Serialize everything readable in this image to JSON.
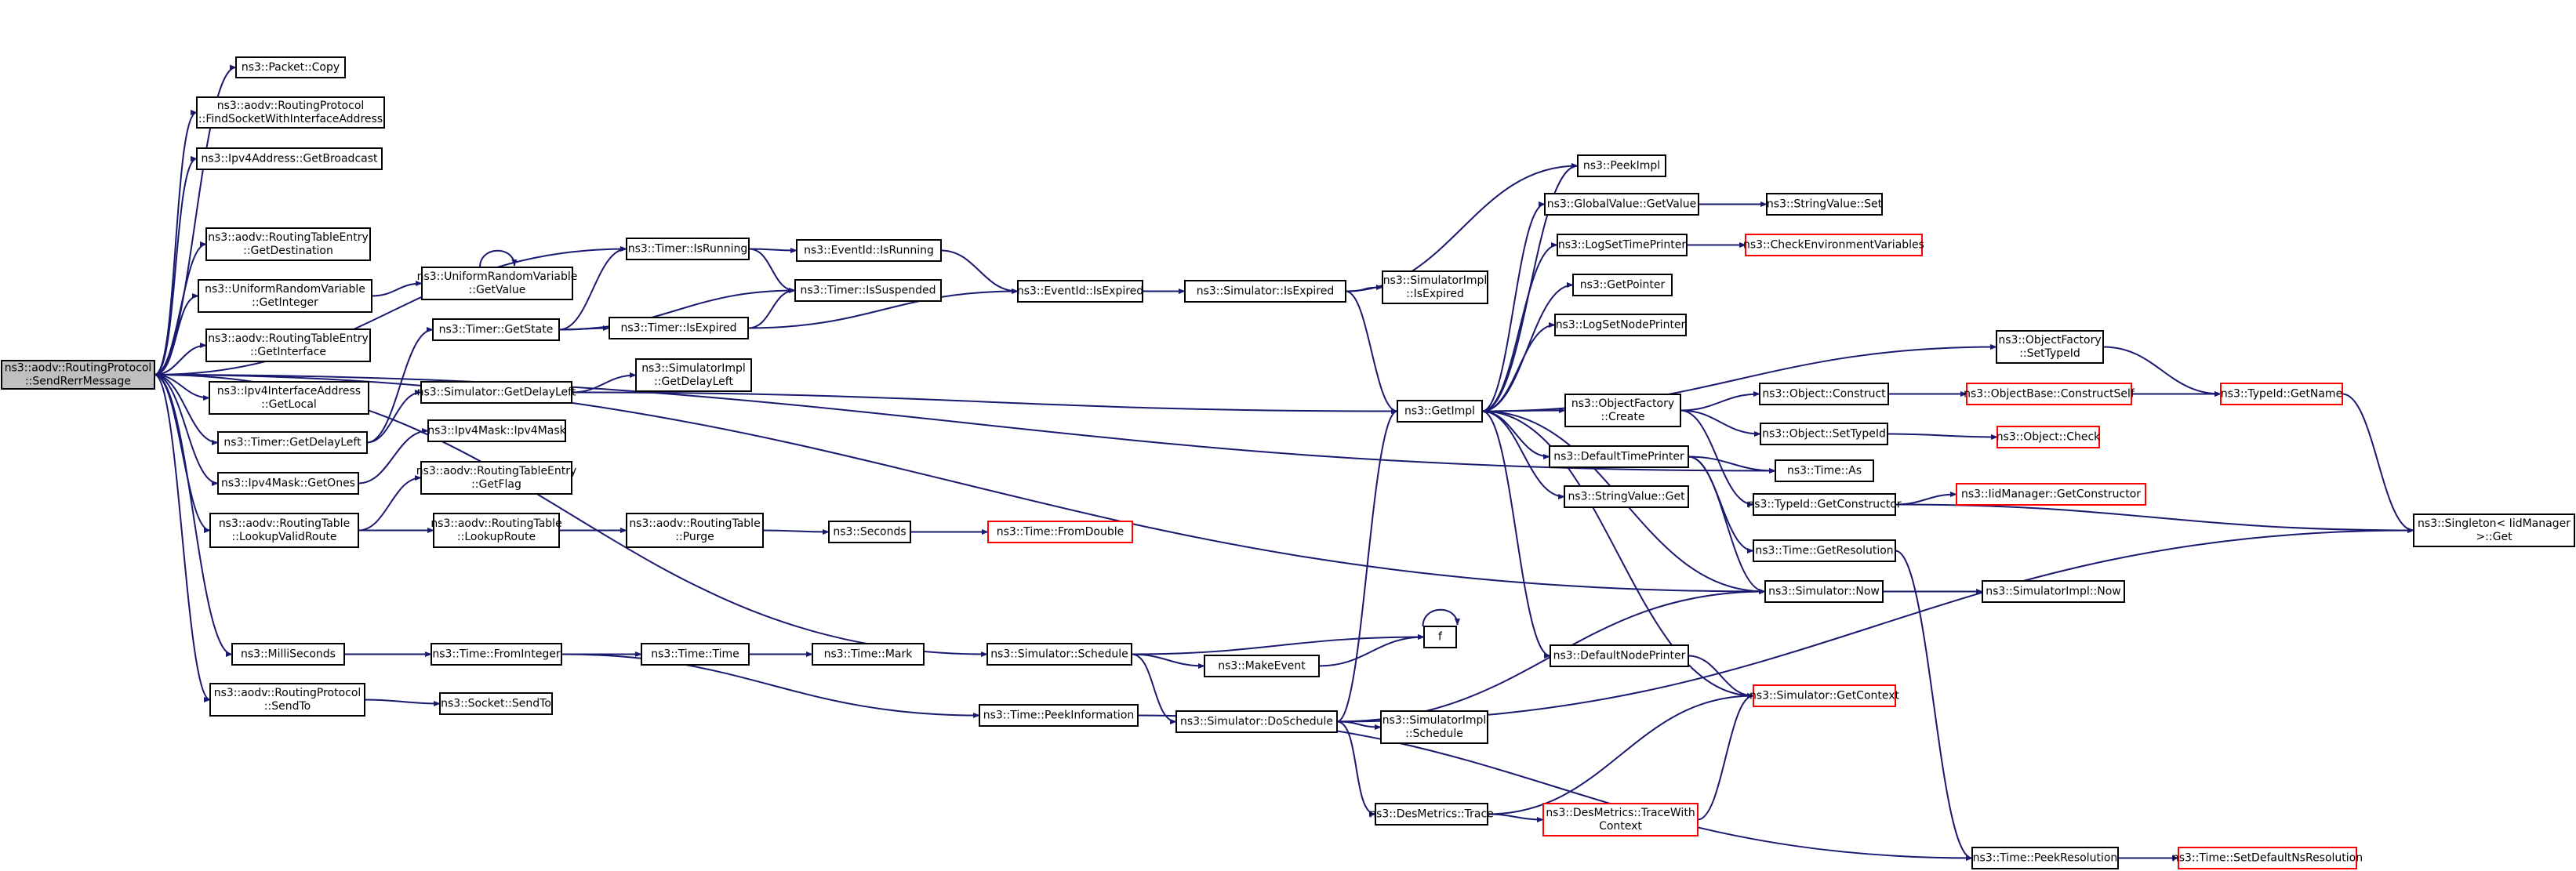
{
  "colors": {
    "edge": "#191970",
    "node_border": "#000000",
    "truncated_border": "#ff0000",
    "root_fill": "#bfbfbf",
    "background": "#ffffff"
  },
  "nodes": [
    {
      "id": "root",
      "lines": [
        "ns3::aodv::RoutingProtocol",
        "::SendRerrMessage"
      ],
      "style": "root"
    },
    {
      "id": "packet_copy",
      "lines": [
        "ns3::Packet::Copy"
      ],
      "style": "normal"
    },
    {
      "id": "find_socket",
      "lines": [
        "ns3::aodv::RoutingProtocol",
        "::FindSocketWithInterfaceAddress"
      ],
      "style": "normal"
    },
    {
      "id": "get_broadcast",
      "lines": [
        "ns3::Ipv4Address::GetBroadcast"
      ],
      "style": "normal"
    },
    {
      "id": "rte_getdest",
      "lines": [
        "ns3::aodv::RoutingTableEntry",
        "::GetDestination"
      ],
      "style": "normal"
    },
    {
      "id": "urv_getinteger",
      "lines": [
        "ns3::UniformRandomVariable",
        "::GetInteger"
      ],
      "style": "normal"
    },
    {
      "id": "rte_getinterface",
      "lines": [
        "ns3::aodv::RoutingTableEntry",
        "::GetInterface"
      ],
      "style": "normal"
    },
    {
      "id": "ipv4ifaddr_getlocal",
      "lines": [
        "ns3::Ipv4InterfaceAddress",
        "::GetLocal"
      ],
      "style": "normal"
    },
    {
      "id": "timer_getdelayleft",
      "lines": [
        "ns3::Timer::GetDelayLeft"
      ],
      "style": "normal"
    },
    {
      "id": "ipv4mask_getones",
      "lines": [
        "ns3::Ipv4Mask::GetOnes"
      ],
      "style": "normal"
    },
    {
      "id": "rt_lookupvalidroute",
      "lines": [
        "ns3::aodv::RoutingTable",
        "::LookupValidRoute"
      ],
      "style": "normal"
    },
    {
      "id": "milliseconds",
      "lines": [
        "ns3::MilliSeconds"
      ],
      "style": "normal"
    },
    {
      "id": "rp_sendto",
      "lines": [
        "ns3::aodv::RoutingProtocol",
        "::SendTo"
      ],
      "style": "normal"
    },
    {
      "id": "urv_getvalue",
      "lines": [
        "ns3::UniformRandomVariable",
        "::GetValue"
      ],
      "style": "normal"
    },
    {
      "id": "timer_getstate",
      "lines": [
        "ns3::Timer::GetState"
      ],
      "style": "normal"
    },
    {
      "id": "sim_getdelayleft",
      "lines": [
        "ns3::Simulator::GetDelayLeft"
      ],
      "style": "normal"
    },
    {
      "id": "ipv4mask_ctor",
      "lines": [
        "ns3::Ipv4Mask::Ipv4Mask"
      ],
      "style": "normal"
    },
    {
      "id": "rte_getflag",
      "lines": [
        "ns3::aodv::RoutingTableEntry",
        "::GetFlag"
      ],
      "style": "normal"
    },
    {
      "id": "rt_lookuproute",
      "lines": [
        "ns3::aodv::RoutingTable",
        "::LookupRoute"
      ],
      "style": "normal"
    },
    {
      "id": "time_frominteger",
      "lines": [
        "ns3::Time::FromInteger"
      ],
      "style": "normal"
    },
    {
      "id": "socket_sendto",
      "lines": [
        "ns3::Socket::SendTo"
      ],
      "style": "normal"
    },
    {
      "id": "timer_isrunning",
      "lines": [
        "ns3::Timer::IsRunning"
      ],
      "style": "normal"
    },
    {
      "id": "timer_isexpired",
      "lines": [
        "ns3::Timer::IsExpired"
      ],
      "style": "normal"
    },
    {
      "id": "simimpl_getdelayleft",
      "lines": [
        "ns3::SimulatorImpl",
        "::GetDelayLeft"
      ],
      "style": "normal"
    },
    {
      "id": "rt_purge",
      "lines": [
        "ns3::aodv::RoutingTable",
        "::Purge"
      ],
      "style": "normal"
    },
    {
      "id": "time_time",
      "lines": [
        "ns3::Time::Time"
      ],
      "style": "normal"
    },
    {
      "id": "eventid_isrunning",
      "lines": [
        "ns3::EventId::IsRunning"
      ],
      "style": "normal"
    },
    {
      "id": "timer_issuspended",
      "lines": [
        "ns3::Timer::IsSuspended"
      ],
      "style": "normal"
    },
    {
      "id": "seconds",
      "lines": [
        "ns3::Seconds"
      ],
      "style": "normal"
    },
    {
      "id": "time_mark",
      "lines": [
        "ns3::Time::Mark"
      ],
      "style": "normal"
    },
    {
      "id": "sim_schedule",
      "lines": [
        "ns3::Simulator::Schedule"
      ],
      "style": "normal"
    },
    {
      "id": "time_peekinformation",
      "lines": [
        "ns3::Time::PeekInformation"
      ],
      "style": "normal"
    },
    {
      "id": "time_fromdouble",
      "lines": [
        "ns3::Time::FromDouble"
      ],
      "style": "truncated"
    },
    {
      "id": "eventid_isexpired",
      "lines": [
        "ns3::EventId::IsExpired"
      ],
      "style": "normal"
    },
    {
      "id": "makeevent",
      "lines": [
        "ns3::MakeEvent"
      ],
      "style": "normal"
    },
    {
      "id": "sim_doschedule",
      "lines": [
        "ns3::Simulator::DoSchedule"
      ],
      "style": "normal"
    },
    {
      "id": "sim_isexpired",
      "lines": [
        "ns3::Simulator::IsExpired"
      ],
      "style": "normal"
    },
    {
      "id": "simimpl_isexpired",
      "lines": [
        "ns3::SimulatorImpl",
        "::IsExpired"
      ],
      "style": "normal"
    },
    {
      "id": "simimpl_schedule",
      "lines": [
        "ns3::SimulatorImpl",
        "::Schedule"
      ],
      "style": "normal"
    },
    {
      "id": "desmetrics_trace",
      "lines": [
        "ns3::DesMetrics::Trace"
      ],
      "style": "normal"
    },
    {
      "id": "f",
      "lines": [
        "f"
      ],
      "style": "normal"
    },
    {
      "id": "getimpl",
      "lines": [
        "ns3::GetImpl"
      ],
      "style": "normal"
    },
    {
      "id": "peekimpl",
      "lines": [
        "ns3::PeekImpl"
      ],
      "style": "normal"
    },
    {
      "id": "globalvalue_getvalue",
      "lines": [
        "ns3::GlobalValue::GetValue"
      ],
      "style": "normal"
    },
    {
      "id": "logsettimeprinter",
      "lines": [
        "ns3::LogSetTimePrinter"
      ],
      "style": "normal"
    },
    {
      "id": "getpointer",
      "lines": [
        "ns3::GetPointer"
      ],
      "style": "normal"
    },
    {
      "id": "logsetnodeprinter",
      "lines": [
        "ns3::LogSetNodePrinter"
      ],
      "style": "normal"
    },
    {
      "id": "objectfactory_create",
      "lines": [
        "ns3::ObjectFactory",
        "::Create"
      ],
      "style": "normal"
    },
    {
      "id": "defaulttimeprinter",
      "lines": [
        "ns3::DefaultTimePrinter"
      ],
      "style": "normal"
    },
    {
      "id": "stringvalue_get",
      "lines": [
        "ns3::StringValue::Get"
      ],
      "style": "normal"
    },
    {
      "id": "defaultnodeprinter",
      "lines": [
        "ns3::DefaultNodePrinter"
      ],
      "style": "normal"
    },
    {
      "id": "desmetrics_tracewithcontext",
      "lines": [
        "ns3::DesMetrics::TraceWith",
        "Context"
      ],
      "style": "truncated"
    },
    {
      "id": "stringvalue_set",
      "lines": [
        "ns3::StringValue::Set"
      ],
      "style": "normal"
    },
    {
      "id": "checkenvvars",
      "lines": [
        "ns3::CheckEnvironmentVariables"
      ],
      "style": "truncated"
    },
    {
      "id": "object_construct",
      "lines": [
        "ns3::Object::Construct"
      ],
      "style": "normal"
    },
    {
      "id": "object_settypeid",
      "lines": [
        "ns3::Object::SetTypeId"
      ],
      "style": "normal"
    },
    {
      "id": "time_as",
      "lines": [
        "ns3::Time::As"
      ],
      "style": "normal"
    },
    {
      "id": "typeid_getconstructor",
      "lines": [
        "ns3::TypeId::GetConstructor"
      ],
      "style": "normal"
    },
    {
      "id": "time_getresolution",
      "lines": [
        "ns3::Time::GetResolution"
      ],
      "style": "normal"
    },
    {
      "id": "sim_now",
      "lines": [
        "ns3::Simulator::Now"
      ],
      "style": "normal"
    },
    {
      "id": "sim_getcontext",
      "lines": [
        "ns3::Simulator::GetContext"
      ],
      "style": "truncated"
    },
    {
      "id": "time_peekresolution",
      "lines": [
        "ns3::Time::PeekResolution"
      ],
      "style": "normal"
    },
    {
      "id": "objectfactory_settypeid",
      "lines": [
        "ns3::ObjectFactory",
        "::SetTypeId"
      ],
      "style": "normal"
    },
    {
      "id": "objectbase_constructself",
      "lines": [
        "ns3::ObjectBase::ConstructSelf"
      ],
      "style": "truncated"
    },
    {
      "id": "object_check",
      "lines": [
        "ns3::Object::Check"
      ],
      "style": "truncated"
    },
    {
      "id": "iidmanager_getconstructor",
      "lines": [
        "ns3::IidManager::GetConstructor"
      ],
      "style": "truncated"
    },
    {
      "id": "simimpl_now",
      "lines": [
        "ns3::SimulatorImpl::Now"
      ],
      "style": "normal"
    },
    {
      "id": "time_setdefaultnsresolution",
      "lines": [
        "ns3::Time::SetDefaultNsResolution"
      ],
      "style": "truncated"
    },
    {
      "id": "typeid_getname",
      "lines": [
        "ns3::TypeId::GetName"
      ],
      "style": "truncated"
    },
    {
      "id": "singleton_get",
      "lines": [
        "ns3::Singleton< IidManager",
        " >::Get"
      ],
      "style": "normal"
    }
  ],
  "edges": [
    [
      "root",
      "packet_copy"
    ],
    [
      "root",
      "find_socket"
    ],
    [
      "root",
      "get_broadcast"
    ],
    [
      "root",
      "rte_getdest"
    ],
    [
      "root",
      "urv_getinteger"
    ],
    [
      "root",
      "rte_getinterface"
    ],
    [
      "root",
      "ipv4ifaddr_getlocal"
    ],
    [
      "root",
      "timer_getdelayleft"
    ],
    [
      "root",
      "ipv4mask_getones"
    ],
    [
      "root",
      "rt_lookupvalidroute"
    ],
    [
      "root",
      "milliseconds"
    ],
    [
      "root",
      "rp_sendto"
    ],
    [
      "root",
      "timer_isrunning"
    ],
    [
      "root",
      "sim_schedule"
    ],
    [
      "root",
      "sim_now"
    ],
    [
      "root",
      "time_as"
    ],
    [
      "urv_getinteger",
      "urv_getvalue"
    ],
    [
      "urv_getvalue",
      "urv_getvalue"
    ],
    [
      "timer_getdelayleft",
      "timer_getstate"
    ],
    [
      "timer_getdelayleft",
      "sim_getdelayleft"
    ],
    [
      "ipv4mask_getones",
      "ipv4mask_ctor"
    ],
    [
      "rt_lookupvalidroute",
      "rte_getflag"
    ],
    [
      "rt_lookupvalidroute",
      "rt_lookuproute"
    ],
    [
      "milliseconds",
      "time_frominteger"
    ],
    [
      "rp_sendto",
      "socket_sendto"
    ],
    [
      "timer_getstate",
      "timer_isrunning"
    ],
    [
      "timer_getstate",
      "timer_issuspended"
    ],
    [
      "timer_getstate",
      "timer_isexpired"
    ],
    [
      "sim_getdelayleft",
      "simimpl_getdelayleft"
    ],
    [
      "sim_getdelayleft",
      "getimpl"
    ],
    [
      "rt_lookuproute",
      "rt_purge"
    ],
    [
      "time_frominteger",
      "time_time"
    ],
    [
      "time_frominteger",
      "time_peekinformation"
    ],
    [
      "timer_isrunning",
      "eventid_isrunning"
    ],
    [
      "timer_isrunning",
      "timer_issuspended"
    ],
    [
      "timer_isexpired",
      "eventid_isexpired"
    ],
    [
      "timer_isexpired",
      "timer_issuspended"
    ],
    [
      "rt_purge",
      "seconds"
    ],
    [
      "time_time",
      "time_mark"
    ],
    [
      "eventid_isrunning",
      "eventid_isexpired"
    ],
    [
      "seconds",
      "time_fromdouble"
    ],
    [
      "sim_schedule",
      "makeevent"
    ],
    [
      "sim_schedule",
      "sim_doschedule"
    ],
    [
      "sim_schedule",
      "f"
    ],
    [
      "time_peekinformation",
      "time_peekresolution"
    ],
    [
      "eventid_isexpired",
      "sim_isexpired"
    ],
    [
      "makeevent",
      "f"
    ],
    [
      "f",
      "f"
    ],
    [
      "sim_doschedule",
      "simimpl_schedule"
    ],
    [
      "sim_doschedule",
      "desmetrics_trace"
    ],
    [
      "sim_doschedule",
      "getimpl"
    ],
    [
      "sim_doschedule",
      "sim_now"
    ],
    [
      "sim_doschedule",
      "singleton_get"
    ],
    [
      "sim_isexpired",
      "simimpl_isexpired"
    ],
    [
      "sim_isexpired",
      "getimpl"
    ],
    [
      "sim_isexpired",
      "peekimpl"
    ],
    [
      "desmetrics_trace",
      "desmetrics_tracewithcontext"
    ],
    [
      "desmetrics_trace",
      "sim_getcontext"
    ],
    [
      "getimpl",
      "peekimpl"
    ],
    [
      "getimpl",
      "globalvalue_getvalue"
    ],
    [
      "getimpl",
      "logsettimeprinter"
    ],
    [
      "getimpl",
      "getpointer"
    ],
    [
      "getimpl",
      "logsetnodeprinter"
    ],
    [
      "getimpl",
      "objectfactory_create"
    ],
    [
      "getimpl",
      "defaulttimeprinter"
    ],
    [
      "getimpl",
      "stringvalue_get"
    ],
    [
      "getimpl",
      "defaultnodeprinter"
    ],
    [
      "getimpl",
      "objectfactory_settypeid"
    ],
    [
      "globalvalue_getvalue",
      "stringvalue_set"
    ],
    [
      "logsettimeprinter",
      "checkenvvars"
    ],
    [
      "objectfactory_create",
      "object_construct"
    ],
    [
      "objectfactory_create",
      "object_settypeid"
    ],
    [
      "objectfactory_create",
      "typeid_getconstructor"
    ],
    [
      "defaulttimeprinter",
      "time_as"
    ],
    [
      "defaulttimeprinter",
      "time_getresolution"
    ],
    [
      "defaulttimeprinter",
      "sim_now"
    ],
    [
      "defaultnodeprinter",
      "sim_getcontext"
    ],
    [
      "desmetrics_tracewithcontext",
      "sim_getcontext"
    ],
    [
      "object_construct",
      "objectbase_constructself"
    ],
    [
      "object_settypeid",
      "object_check"
    ],
    [
      "typeid_getconstructor",
      "iidmanager_getconstructor"
    ],
    [
      "typeid_getconstructor",
      "singleton_get"
    ],
    [
      "time_getresolution",
      "time_peekresolution"
    ],
    [
      "sim_now",
      "simimpl_now"
    ],
    [
      "sim_now",
      "getimpl"
    ],
    [
      "sim_getcontext",
      "getimpl"
    ],
    [
      "time_peekresolution",
      "time_setdefaultnsresolution"
    ],
    [
      "objectfactory_settypeid",
      "typeid_getname"
    ],
    [
      "objectbase_constructself",
      "typeid_getname"
    ],
    [
      "typeid_getname",
      "singleton_get"
    ]
  ]
}
